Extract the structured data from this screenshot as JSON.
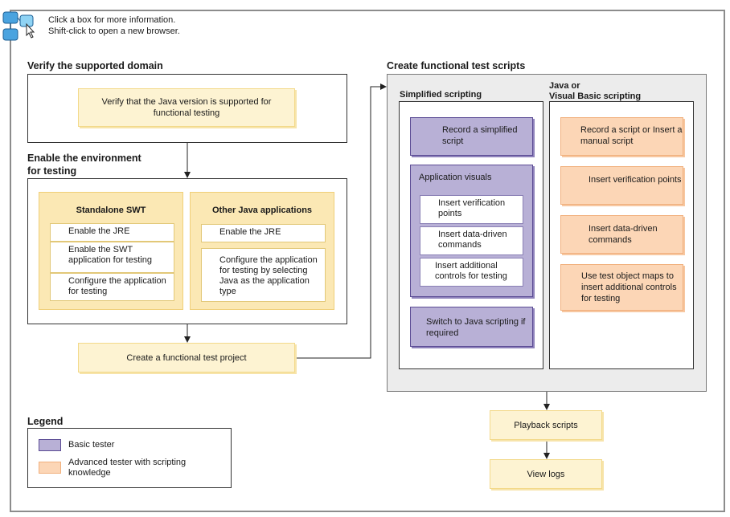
{
  "hint": {
    "line1": "Click a box for more information.",
    "line2": "Shift-click to open a new browser."
  },
  "verify": {
    "title": "Verify the supported domain",
    "box": "Verify that the Java version is supported for functional testing"
  },
  "enable": {
    "title_line1": "Enable the environment",
    "title_line2": "for testing",
    "swt": {
      "title": "Standalone SWT",
      "items": [
        "Enable the JRE",
        "Enable the SWT application for testing",
        "Configure the application for testing"
      ]
    },
    "other": {
      "title": "Other Java applications",
      "items": [
        "Enable the JRE",
        "Configure the application for testing by selecting Java as the application type"
      ]
    }
  },
  "project": {
    "box": "Create a functional test project"
  },
  "create": {
    "title": "Create functional test scripts",
    "simplified": {
      "title": "Simplified scripting",
      "record": "Record a simplified script",
      "visuals_title": "Application visuals",
      "visuals_items": [
        "Insert verification points",
        "Insert data-driven commands",
        "Insert additional controls for testing"
      ],
      "switch": "Switch to Java scripting if required"
    },
    "java": {
      "title_line1": "Java or",
      "title_line2": "Visual Basic scripting",
      "items": [
        "Record a script or Insert a manual script",
        "Insert verification points",
        "Insert data-driven commands",
        "Use test object maps to insert additional controls for testing"
      ]
    }
  },
  "playback": {
    "box": "Playback scripts"
  },
  "logs": {
    "box": "View logs"
  },
  "legend": {
    "title": "Legend",
    "basic": "Basic tester",
    "advanced": "Advanced tester with scripting knowledge",
    "colors": {
      "basic": "#b8b0d6",
      "advanced": "#fcd6b6"
    }
  },
  "icons": [
    "clickable-boxes-icon"
  ]
}
